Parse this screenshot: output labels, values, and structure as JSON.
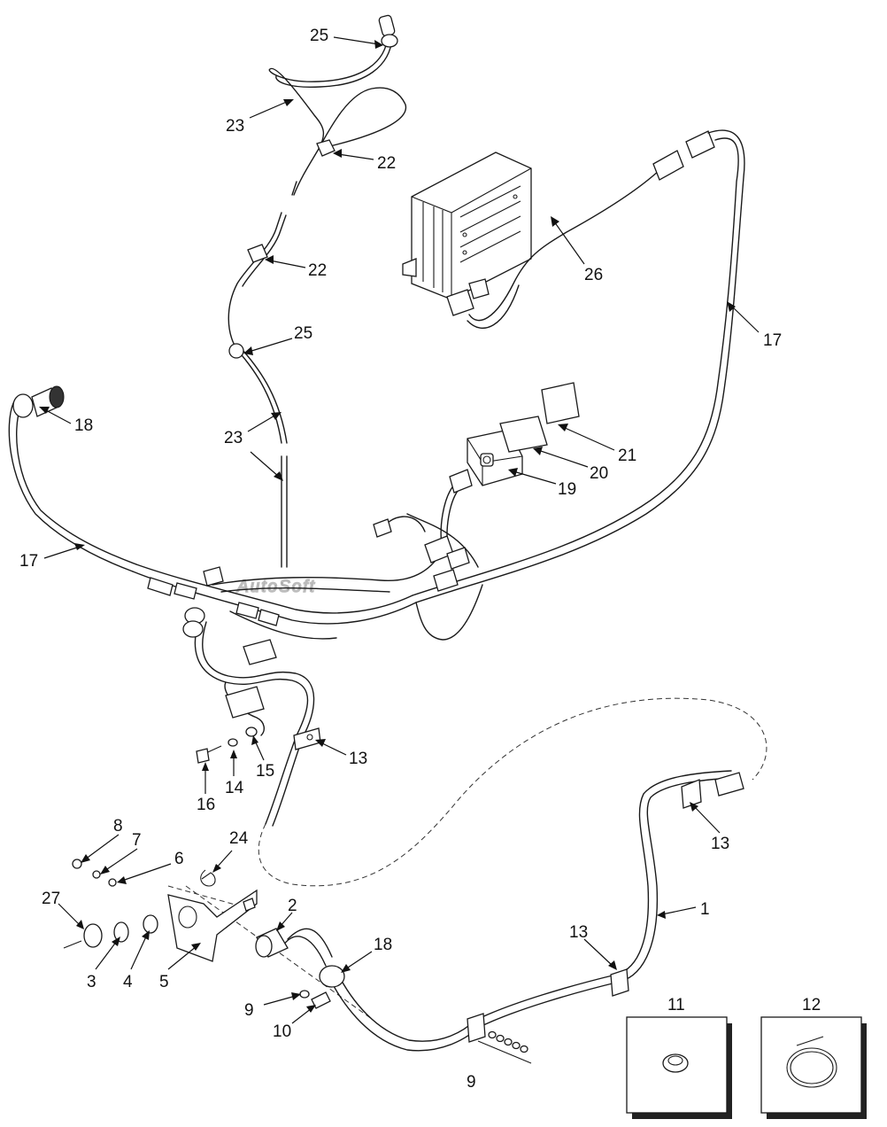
{
  "watermark": "AutoSoft",
  "callouts": [
    {
      "id": "c25a",
      "text": "25"
    },
    {
      "id": "c23a",
      "text": "23"
    },
    {
      "id": "c22a",
      "text": "22"
    },
    {
      "id": "c22b",
      "text": "22"
    },
    {
      "id": "c25b",
      "text": "25"
    },
    {
      "id": "c23b",
      "text": "23"
    },
    {
      "id": "c26",
      "text": "26"
    },
    {
      "id": "c17a",
      "text": "17"
    },
    {
      "id": "c18a",
      "text": "18"
    },
    {
      "id": "c17b",
      "text": "17"
    },
    {
      "id": "c21",
      "text": "21"
    },
    {
      "id": "c20",
      "text": "20"
    },
    {
      "id": "c19",
      "text": "19"
    },
    {
      "id": "c13a",
      "text": "13"
    },
    {
      "id": "c15",
      "text": "15"
    },
    {
      "id": "c14",
      "text": "14"
    },
    {
      "id": "c16",
      "text": "16"
    },
    {
      "id": "c13b",
      "text": "13"
    },
    {
      "id": "c8",
      "text": "8"
    },
    {
      "id": "c7",
      "text": "7"
    },
    {
      "id": "c6",
      "text": "6"
    },
    {
      "id": "c24",
      "text": "24"
    },
    {
      "id": "c27",
      "text": "27"
    },
    {
      "id": "c2",
      "text": "2"
    },
    {
      "id": "c1",
      "text": "1"
    },
    {
      "id": "c13c",
      "text": "13"
    },
    {
      "id": "c18b",
      "text": "18"
    },
    {
      "id": "c3",
      "text": "3"
    },
    {
      "id": "c4",
      "text": "4"
    },
    {
      "id": "c5",
      "text": "5"
    },
    {
      "id": "c9a",
      "text": "9"
    },
    {
      "id": "c10",
      "text": "10"
    },
    {
      "id": "c9b",
      "text": "9"
    },
    {
      "id": "c11",
      "text": "11"
    },
    {
      "id": "c12",
      "text": "12"
    }
  ]
}
